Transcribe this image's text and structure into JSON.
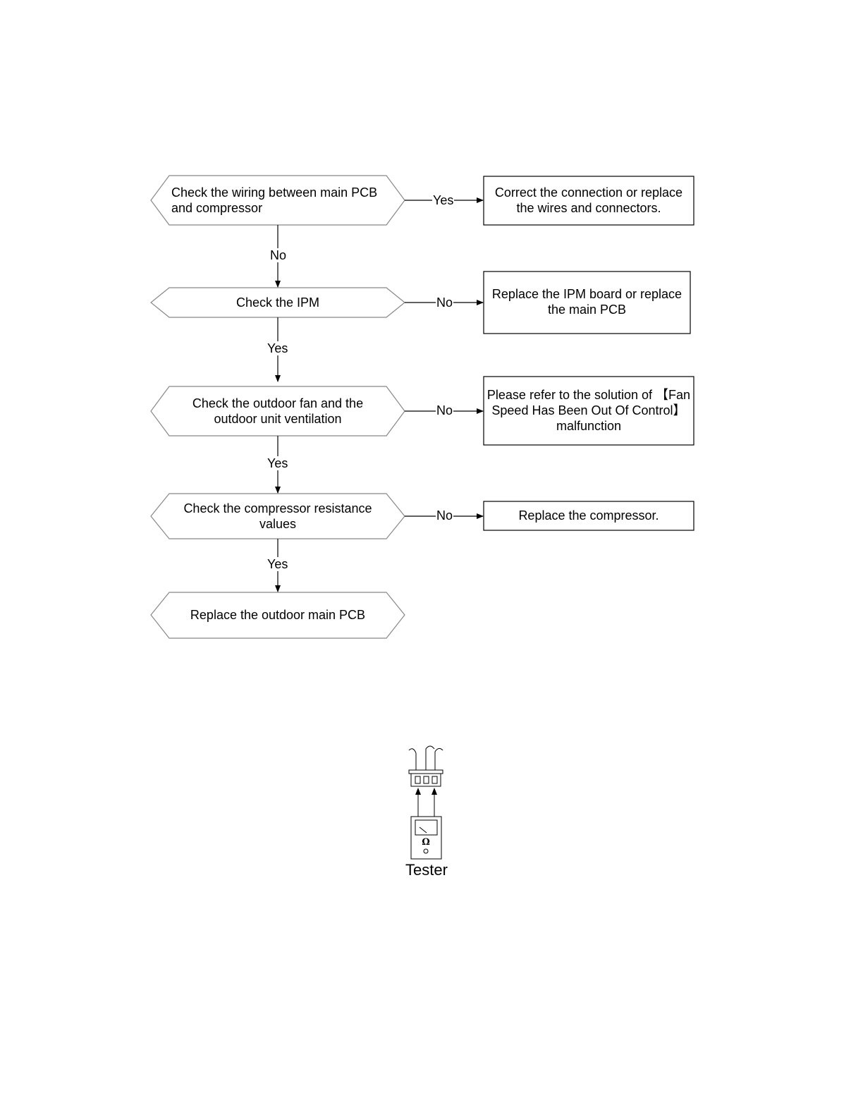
{
  "flowchart": {
    "decisions": [
      {
        "id": "d1",
        "text": "Check the wiring between main PCB\nand compressor"
      },
      {
        "id": "d2",
        "text": "Check the IPM"
      },
      {
        "id": "d3",
        "text": "Check the outdoor fan and the\noutdoor unit ventilation"
      },
      {
        "id": "d4",
        "text": "Check the compressor resistance\nvalues"
      },
      {
        "id": "d5",
        "text": "Replace the outdoor main PCB"
      }
    ],
    "actions": [
      {
        "id": "a1",
        "text": "Correct the connection or replace\nthe wires and connectors."
      },
      {
        "id": "a2",
        "text": "Replace the IPM board or replace\nthe main PCB"
      },
      {
        "id": "a3",
        "text": "Please refer to the solution of 【Fan\nSpeed Has Been Out Of Control】\nmalfunction"
      },
      {
        "id": "a4",
        "text": "Replace the compressor."
      }
    ],
    "edges": [
      {
        "from": "d1",
        "to": "a1",
        "label": "Yes"
      },
      {
        "from": "d1",
        "to": "d2",
        "label": "No"
      },
      {
        "from": "d2",
        "to": "a2",
        "label": "No"
      },
      {
        "from": "d2",
        "to": "d3",
        "label": "Yes"
      },
      {
        "from": "d3",
        "to": "a3",
        "label": "No"
      },
      {
        "from": "d3",
        "to": "d4",
        "label": "Yes"
      },
      {
        "from": "d4",
        "to": "a4",
        "label": "No"
      },
      {
        "from": "d4",
        "to": "d5",
        "label": "Yes"
      }
    ]
  },
  "tester": {
    "label": "Tester",
    "meter_symbol": "Ω"
  }
}
